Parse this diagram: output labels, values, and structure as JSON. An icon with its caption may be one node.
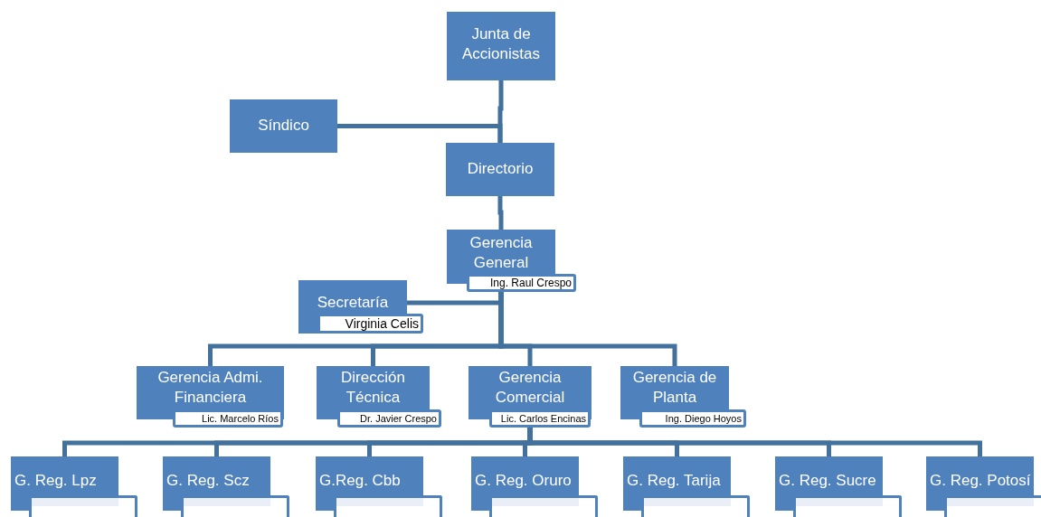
{
  "diagram": {
    "nodes": [
      {
        "text": [
          "Junta de Accionistas"
        ]
      },
      {
        "text": [
          "Síndico"
        ]
      },
      {
        "text": [
          "Directorio"
        ]
      },
      {
        "text": [
          "Gerencia General",
          "Ing. Raul Crespo"
        ]
      },
      {
        "text": [
          "Secretaría",
          "Virginia Celis"
        ]
      },
      {
        "text": [
          "Gerencia Admi. Financiera",
          "Lic. Marcelo Ríos"
        ]
      },
      {
        "text": [
          "Dirección Técnica",
          "Dr. Javier Crespo"
        ]
      },
      {
        "text": [
          "Gerencia Comercial",
          "Lic. Carlos Encinas"
        ]
      },
      {
        "text": [
          "Gerencia de Planta",
          "Ing. Diego Hoyos"
        ]
      },
      {
        "text": [
          "G. Reg. Lpz"
        ]
      },
      {
        "text": [
          "G. Reg. Scz"
        ]
      },
      {
        "text": [
          "G.Reg. Cbb"
        ]
      },
      {
        "text": [
          "G. Reg. Oruro"
        ]
      },
      {
        "text": [
          "G. Reg. Tarija"
        ]
      },
      {
        "text": [
          "G. Reg. Sucre"
        ]
      },
      {
        "text": [
          "G. Reg. Potosí"
        ]
      }
    ],
    "edges": [
      {
        "from": 0,
        "to": 2,
        "arrow": "none"
      },
      {
        "from": 1,
        "to": 2,
        "arrow": "none"
      },
      {
        "from": 2,
        "to": 3,
        "arrow": "none"
      },
      {
        "from": 3,
        "to": 4,
        "arrow": "none"
      },
      {
        "from": 3,
        "to": 5,
        "arrow": "none"
      },
      {
        "from": 3,
        "to": 6,
        "arrow": "none"
      },
      {
        "from": 3,
        "to": 7,
        "arrow": "none"
      },
      {
        "from": 3,
        "to": 8,
        "arrow": "none"
      },
      {
        "from": 7,
        "to": 9,
        "arrow": "none"
      },
      {
        "from": 7,
        "to": 10,
        "arrow": "none"
      },
      {
        "from": 7,
        "to": 11,
        "arrow": "none"
      },
      {
        "from": 7,
        "to": 12,
        "arrow": "none"
      },
      {
        "from": 7,
        "to": 13,
        "arrow": "none"
      },
      {
        "from": 7,
        "to": 14,
        "arrow": "none"
      },
      {
        "from": 7,
        "to": 15,
        "arrow": "none"
      }
    ]
  }
}
